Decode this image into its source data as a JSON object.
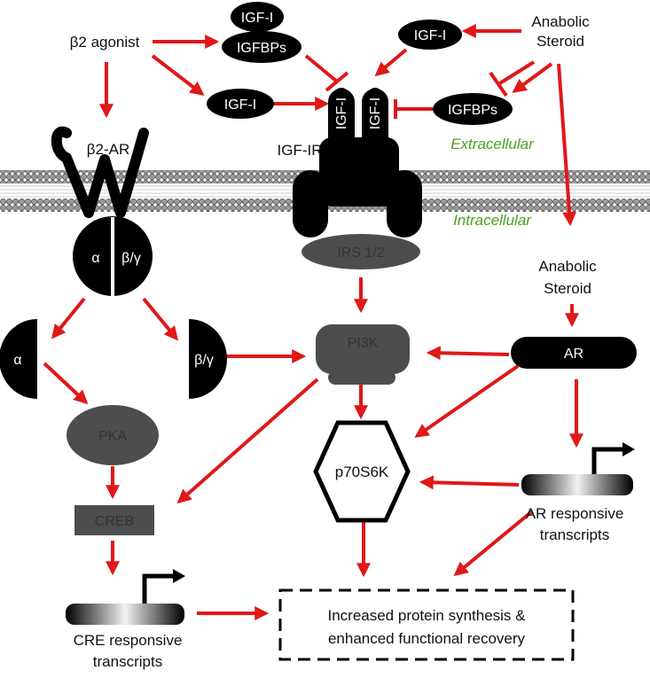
{
  "labels": {
    "beta2_agonist": "β2 agonist",
    "igf1_top": "IGF-I",
    "igfbps_top": "IGFBPs",
    "igf1_mid": "IGF-I",
    "igf1_right": "IGF-I",
    "anabolic_steroid_top_1": "Anabolic",
    "anabolic_steroid_top_2": "Steroid",
    "igfbps_right": "IGFBPs",
    "receptor_igf1_a": "IGF-I",
    "receptor_igf1_b": "IGF-I",
    "b2ar": "β2-AR",
    "igf_ir": "IGF-IR",
    "extracellular": "Extracellular",
    "intracellular": "Intracellular",
    "alpha": "α",
    "beta_gamma": "β/γ",
    "alpha_free": "α",
    "beta_gamma_free": "β/γ",
    "irs": "IRS 1/2",
    "anabolic_steroid_in_1": "Anabolic",
    "anabolic_steroid_in_2": "Steroid",
    "pi3k": "PI3K",
    "ar": "AR",
    "pka": "PKA",
    "p70s6k": "p70S6K",
    "creb": "CREB",
    "ar_resp_1": "AR responsive",
    "ar_resp_2": "transcripts",
    "cre_resp_1": "CRE responsive",
    "cre_resp_2": "transcripts",
    "outcome_1": "Increased protein synthesis &",
    "outcome_2": "enhanced functional recovery"
  },
  "colors": {
    "arrow": "#e01818",
    "node_black": "#000000",
    "node_gray": "#4d4d4d",
    "text_green": "#4aa21f"
  }
}
